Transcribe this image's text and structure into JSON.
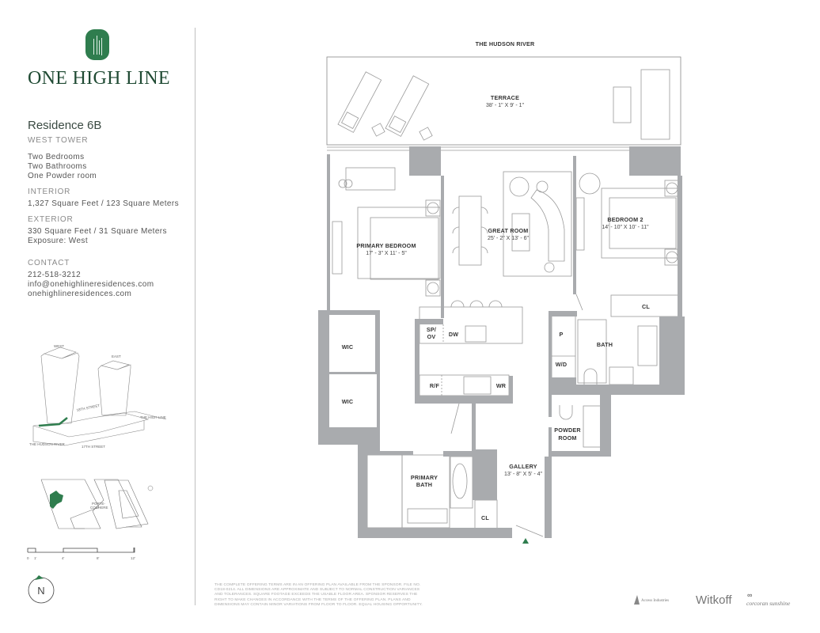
{
  "brand": {
    "name": "ONE HIGH LINE",
    "logo_color": "#2f7d4e",
    "text_color": "#1f4a33"
  },
  "residence": {
    "title": "Residence 6B",
    "tower": "WEST TOWER",
    "rooms": [
      "Two Bedrooms",
      "Two Bathrooms",
      "One Powder room"
    ],
    "interior_label": "INTERIOR",
    "interior_value": "1,327 Square Feet / 123 Square Meters",
    "exterior_label": "EXTERIOR",
    "exterior_value": "330 Square Feet / 31 Square Meters",
    "exposure": "Exposure: West"
  },
  "contact": {
    "label": "CONTACT",
    "phone": "212-518-3212",
    "email": "info@onehighlineresidences.com",
    "website": "onehighlineresidences.com"
  },
  "site": {
    "west": "WEST",
    "east": "EAST",
    "street_18": "18TH STREET",
    "street_17": "17TH STREET",
    "high_line": "THE HIGH LINE",
    "hudson": "THE HUDSON RIVER",
    "porte_cochere_1": "PORTE-",
    "porte_cochere_2": "COCHERE",
    "highlight_color": "#2f7d4e"
  },
  "scale_bar": {
    "ticks": [
      "0",
      "1'",
      "4'",
      "8'",
      "12'"
    ]
  },
  "north": {
    "label": "N"
  },
  "plan": {
    "river": "THE HUDSON RIVER",
    "terrace": {
      "name": "TERRACE",
      "dims": "38' - 1\" X 9' - 1\""
    },
    "primary_bedroom": {
      "name": "PRIMARY BEDROOM",
      "dims": "17' - 3\" X 11' - 5\""
    },
    "great_room": {
      "name": "GREAT ROOM",
      "dims": "25' - 2\" X 13' - 6\""
    },
    "bedroom_2": {
      "name": "BEDROOM 2",
      "dims": "14' - 10\" X 10' - 11\""
    },
    "cl_bedroom2": "CL",
    "sp_ov_1": "SP/",
    "sp_ov_2": "OV",
    "dw": "DW",
    "rf": "R/F",
    "wr": "WR",
    "wic_1": "WIC",
    "wic_2": "WIC",
    "pantry": "P",
    "wd": "W/D",
    "bath": "BATH",
    "powder_1": "POWDER",
    "powder_2": "ROOM",
    "primary_bath_1": "PRIMARY",
    "primary_bath_2": "BATH",
    "gallery": {
      "name": "GALLERY",
      "dims": "13' - 8\" X 5' - 4\""
    },
    "cl_gallery": "CL",
    "wall_color": "#a9abae",
    "entry_marker_color": "#2f7d4e"
  },
  "disclaimer": "THE COMPLETE OFFERING TERMS ARE IN AN OFFERING PLAN AVAILABLE FROM THE SPONSOR. FILE NO. CD18-0214. ALL DIMENSIONS ARE APPROXIMATE AND SUBJECT TO NORMAL CONSTRUCTION VARIANCES AND TOLERANCES. SQUARE FOOTAGE EXCEEDS THE USABLE FLOOR AREA. SPONSOR RESERVES THE RIGHT TO MAKE CHANGES IN ACCORDANCE WITH THE TERMS OF THE OFFERING PLAN. PLANS AND DIMENSIONS MAY CONTAIN MINOR VARIATIONS FROM FLOOR TO FLOOR. EQUAL HOUSING OPPORTUNITY.",
  "partners": [
    "Access Industries",
    "Witkoff",
    "corcoran sunshine"
  ]
}
